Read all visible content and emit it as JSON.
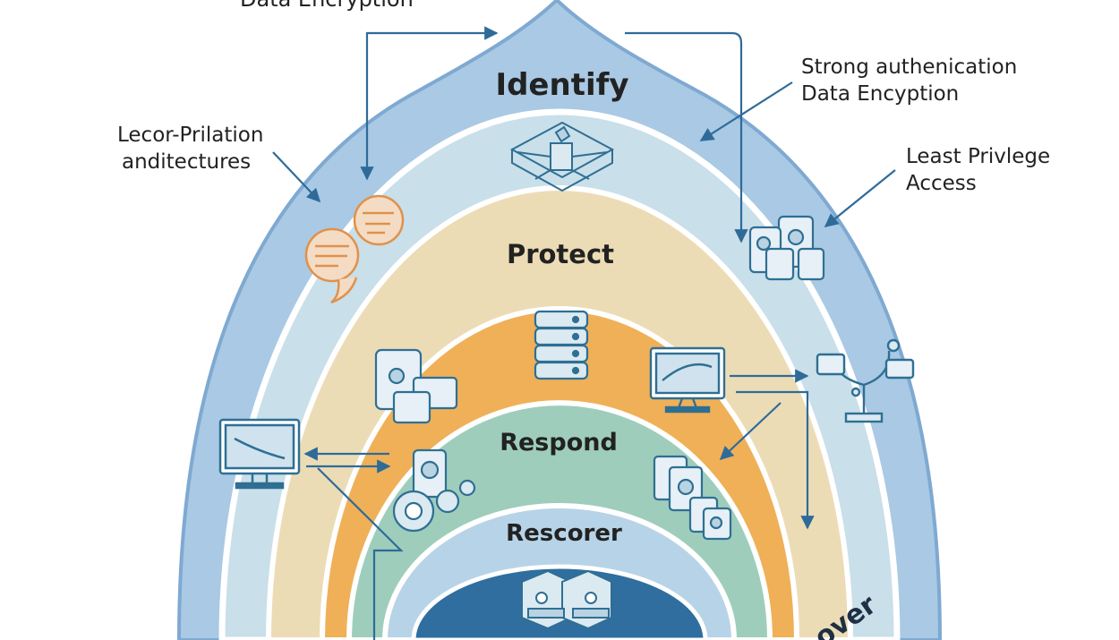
{
  "colors": {
    "outer_ring": "#a9c9e4",
    "outer_edge": "#7fa9d1",
    "ring_light_blue": "#c9dfea",
    "ring_tan": "#ecdcb6",
    "ring_orange": "#efb058",
    "ring_green": "#9ecdbc",
    "ring_pale_blue": "#b7d3e7",
    "core_blue": "#2f6e9f",
    "line_blue": "#2f6b98",
    "icon_blue": "#2f6f93",
    "icon_orange": "#e0914a",
    "text_dark": "#222222"
  },
  "layers": {
    "identify": "Identify",
    "protect": "Protect",
    "respond": "Respond",
    "rescorer": "Rescorer",
    "recover_partial": "over"
  },
  "annotations": {
    "top_cut": "Data Encryption",
    "left_1": "Lecor-Prilation",
    "left_2": "anditectures",
    "right_top_1": "Strong authenication",
    "right_top_2": "Data Encyption",
    "right_mid_1": "Least Privlege",
    "right_mid_2": "Access"
  },
  "icons": [
    "network-cube-icon",
    "chat-bubbles-icon",
    "mobile-devices-icon",
    "server-stack-icon",
    "tablet-devices-icon",
    "monitor-icon",
    "network-tree-icon",
    "desktop-monitor-icon",
    "phone-gears-icon",
    "document-stack-icon",
    "data-center-icon"
  ]
}
